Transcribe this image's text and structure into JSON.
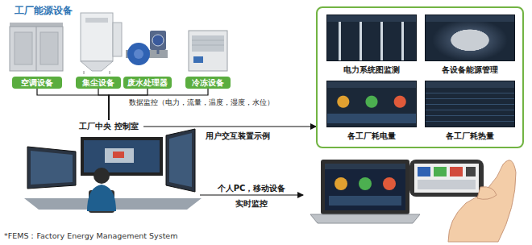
{
  "diagram": {
    "title": "工厂能源设备",
    "caption": "*FEMS：Factory Energy Management System",
    "nodes": [
      {
        "text": [
          "空调设备"
        ]
      },
      {
        "text": [
          "集尘设备"
        ]
      },
      {
        "text": [
          "废水处理器"
        ]
      },
      {
        "text": [
          "冷冻设备"
        ]
      },
      {
        "text": [
          "工厂中央 控制室"
        ]
      },
      {
        "text": []
      },
      {
        "text": [
          "电力系统图监测"
        ],
        "in": 5
      },
      {
        "text": [
          "各设备能源管理"
        ],
        "in": 5
      },
      {
        "text": [
          "各工厂耗电量"
        ],
        "in": 5
      },
      {
        "text": [
          "各工厂耗热量"
        ],
        "in": 5
      }
    ],
    "edges": [
      {
        "from": 0,
        "to": 4,
        "arrow": "none"
      },
      {
        "from": 1,
        "to": 4,
        "arrow": "none"
      },
      {
        "from": 2,
        "to": 4,
        "arrow": "none"
      },
      {
        "from": 3,
        "to": 4,
        "arrow": "none"
      },
      {
        "from": 4,
        "to": 5,
        "arrow": "to",
        "label": "用户交互装置示例"
      }
    ],
    "labels": [
      "数据监控（电力，流量，温度，湿度，水位）",
      "个人PC，移动设备",
      "实时监控"
    ]
  }
}
